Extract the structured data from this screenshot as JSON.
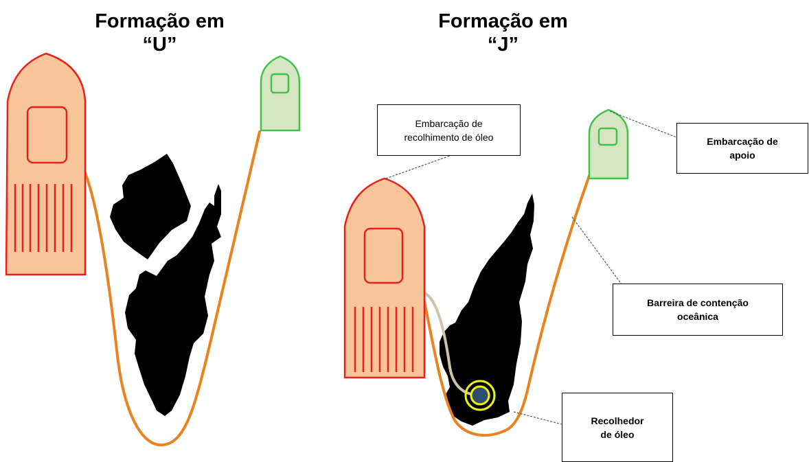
{
  "titles": {
    "u_formation": {
      "line1": "Formação em",
      "line2": "“U”"
    },
    "j_formation": {
      "line1": "Formação em",
      "line2": "“J”"
    }
  },
  "labels": {
    "recovery_vessel": {
      "line1": "Embarcação de",
      "line2": "recolhimento de óleo"
    },
    "support_vessel": {
      "line1": "Embarcação de",
      "line2": "apoio"
    },
    "containment_barrier": {
      "line1": "Barreira de contenção",
      "line2": "oceânica"
    },
    "oil_skimmer": {
      "line1": "Recolhedor",
      "line2": "de óleo"
    }
  },
  "colors": {
    "recovery_vessel_fill": "#f8c49a",
    "recovery_vessel_stroke": "#e8201c",
    "support_vessel_fill": "#d6e6c3",
    "support_vessel_stroke": "#3fc14a",
    "barrier": "#e9821f",
    "oil_slick": "#000000",
    "hose": "#cbc6a9",
    "skimmer_ring": "#f2f20a",
    "skimmer_core": "#2c4e6e"
  }
}
